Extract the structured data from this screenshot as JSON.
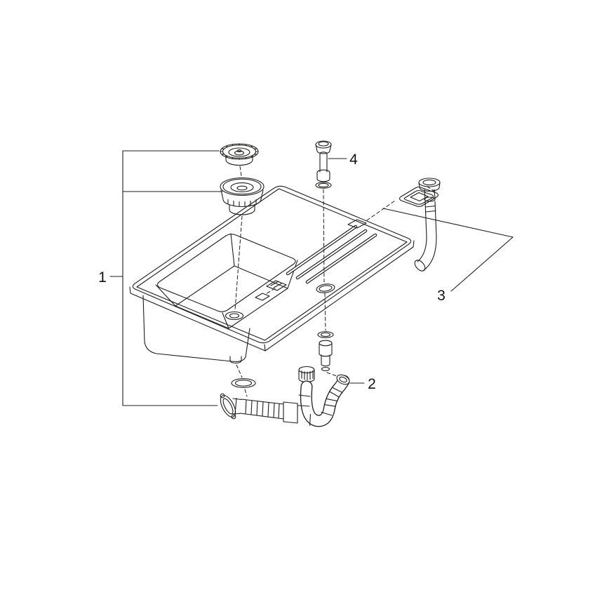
{
  "diagram": {
    "kind": "exploded-parts-diagram",
    "background_color": "#ffffff",
    "line_color": "#1d1d1b",
    "callouts": [
      {
        "label": "1",
        "target": "sink-with-strainer-assembly"
      },
      {
        "label": "2",
        "target": "waste-trap-assembly"
      },
      {
        "label": "3",
        "target": "overflow-assembly"
      },
      {
        "label": "4",
        "target": "remote-drain-control-knob"
      }
    ]
  }
}
